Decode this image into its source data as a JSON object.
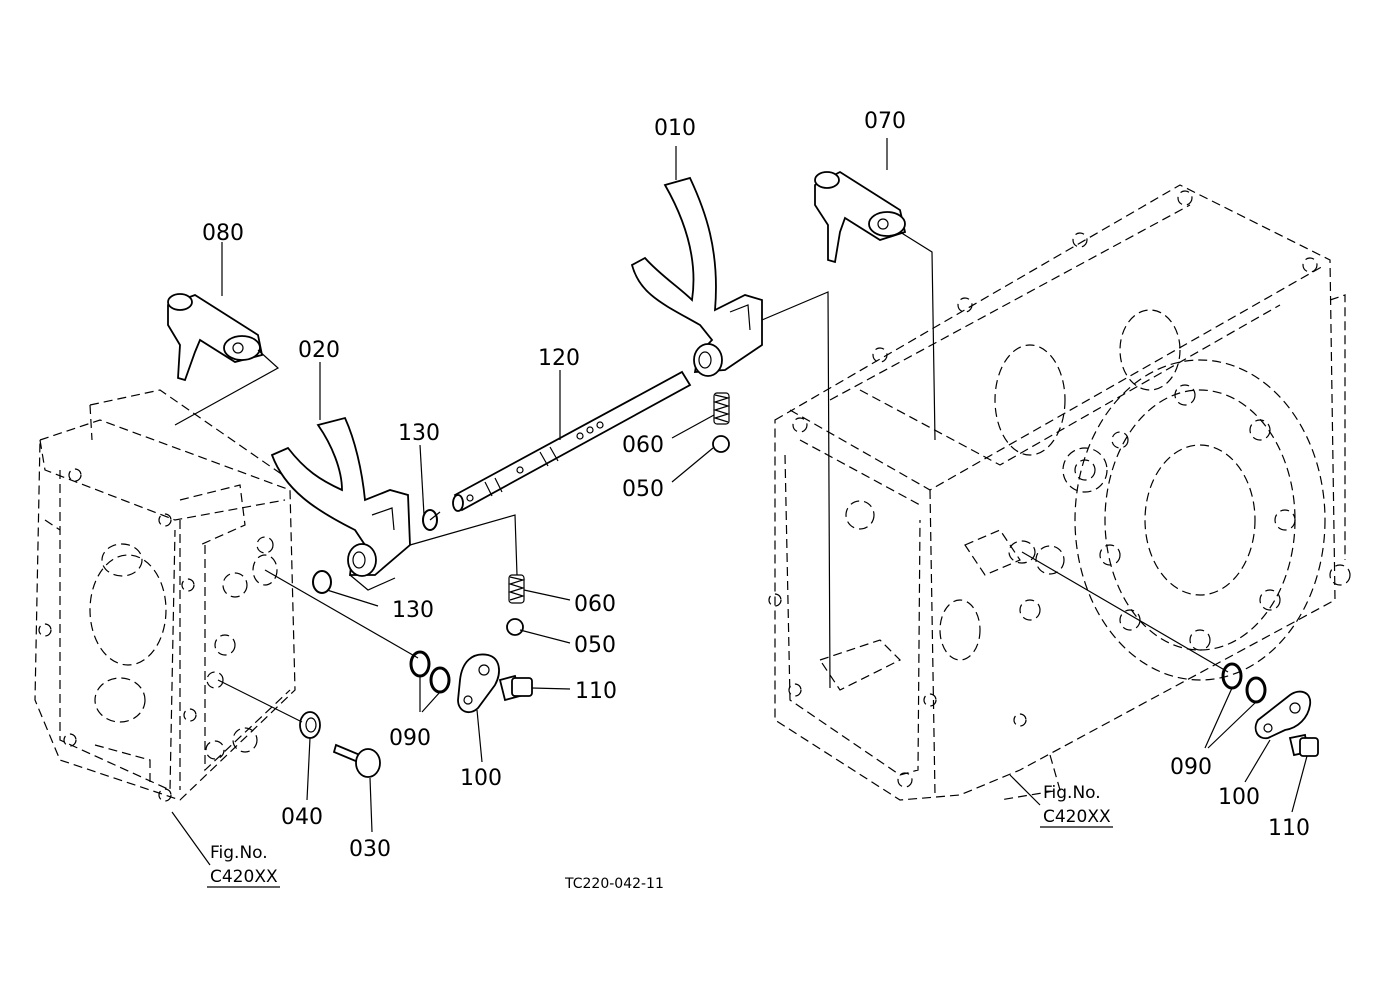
{
  "drawing_code": "TC220-042-11",
  "figure_refs": [
    {
      "title": "Fig.No.",
      "code": "C420XX"
    },
    {
      "title": "Fig.No.",
      "code": "C420XX"
    }
  ],
  "part_labels": {
    "p010": "010",
    "p020": "020",
    "p030": "030",
    "p040": "040",
    "p050_a": "050",
    "p050_b": "050",
    "p060_a": "060",
    "p060_b": "060",
    "p070": "070",
    "p080": "080",
    "p090_a": "090",
    "p090_b": "090",
    "p100_a": "100",
    "p100_b": "100",
    "p110_a": "110",
    "p110_b": "110",
    "p120": "120",
    "p130_a": "130",
    "p130_b": "130"
  }
}
